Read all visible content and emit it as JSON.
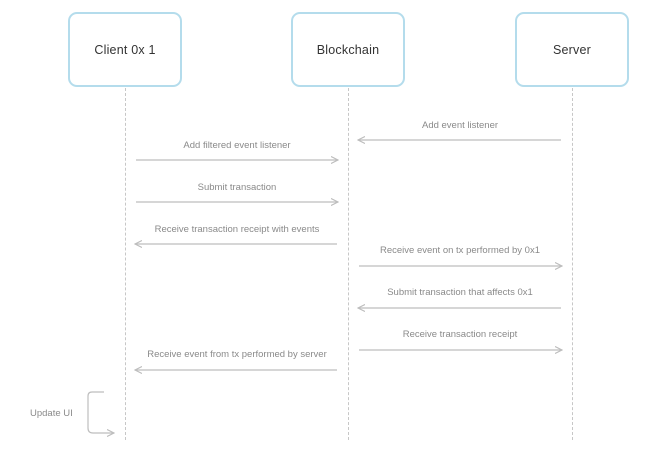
{
  "participants": {
    "client": "Client 0x 1",
    "blockchain": "Blockchain",
    "server": "Server"
  },
  "messages": [
    {
      "from": "server",
      "to": "blockchain",
      "label": "Add event listener"
    },
    {
      "from": "client",
      "to": "blockchain",
      "label": "Add filtered event listener"
    },
    {
      "from": "client",
      "to": "blockchain",
      "label": "Submit transaction"
    },
    {
      "from": "blockchain",
      "to": "client",
      "label": "Receive transaction receipt with events"
    },
    {
      "from": "blockchain",
      "to": "server",
      "label": "Receive event on tx performed by 0x1"
    },
    {
      "from": "server",
      "to": "blockchain",
      "label": "Submit transaction that affects 0x1"
    },
    {
      "from": "blockchain",
      "to": "server",
      "label": "Receive transaction receipt"
    },
    {
      "from": "blockchain",
      "to": "client",
      "label": "Receive event from tx performed by server"
    }
  ],
  "self_action": {
    "participant": "client",
    "label": "Update UI"
  },
  "colors": {
    "box_border": "#b4dcec",
    "arrow": "#bdbdbd",
    "label": "#8a8a8a"
  }
}
